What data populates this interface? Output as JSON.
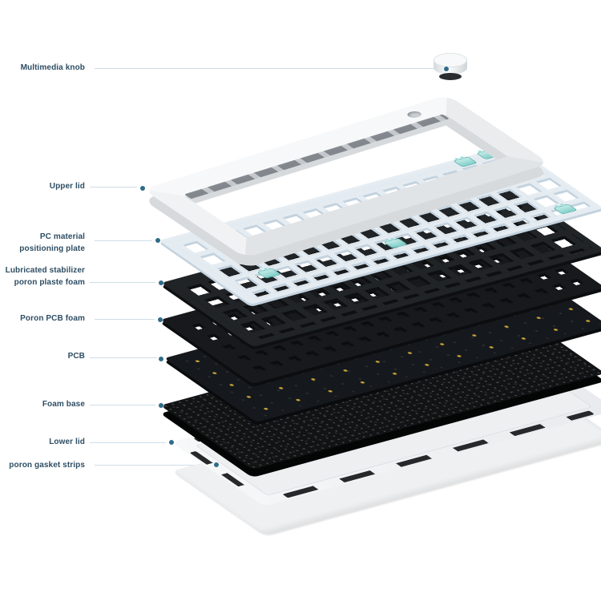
{
  "diagram": {
    "kind": "keyboard exploded view",
    "colors": {
      "label_text": "#2e4d63",
      "leader_line": "#cfdde8",
      "callout_dot": "#2f6d89",
      "stabilizer_teal": "#8fd8d2",
      "positioning_plate_blue": "#e6edf3",
      "foam_black": "#17191c",
      "pcb_dark": "#15181c",
      "pcb_gold": "#c9a43a",
      "case_white": "#f2f3f5"
    },
    "parts": [
      {
        "id": "multimedia-knob",
        "label_lines": [
          "Multimedia knob"
        ]
      },
      {
        "id": "upper-lid",
        "label_lines": [
          "Upper lid"
        ]
      },
      {
        "id": "pc-positioning-plate",
        "label_lines": [
          "PC material",
          "positioning plate"
        ]
      },
      {
        "id": "lubricated-stabilizer-foam",
        "label_lines": [
          "Lubricated stabilizer",
          "poron plaste foam"
        ]
      },
      {
        "id": "poron-pcb-foam",
        "label_lines": [
          "Poron PCB foam"
        ]
      },
      {
        "id": "pcb",
        "label_lines": [
          "PCB"
        ]
      },
      {
        "id": "foam-base",
        "label_lines": [
          "Foam base"
        ]
      },
      {
        "id": "lower-lid",
        "label_lines": [
          "Lower lid"
        ]
      },
      {
        "id": "poron-gasket-strips",
        "label_lines": [
          "poron gasket strips"
        ]
      }
    ]
  }
}
